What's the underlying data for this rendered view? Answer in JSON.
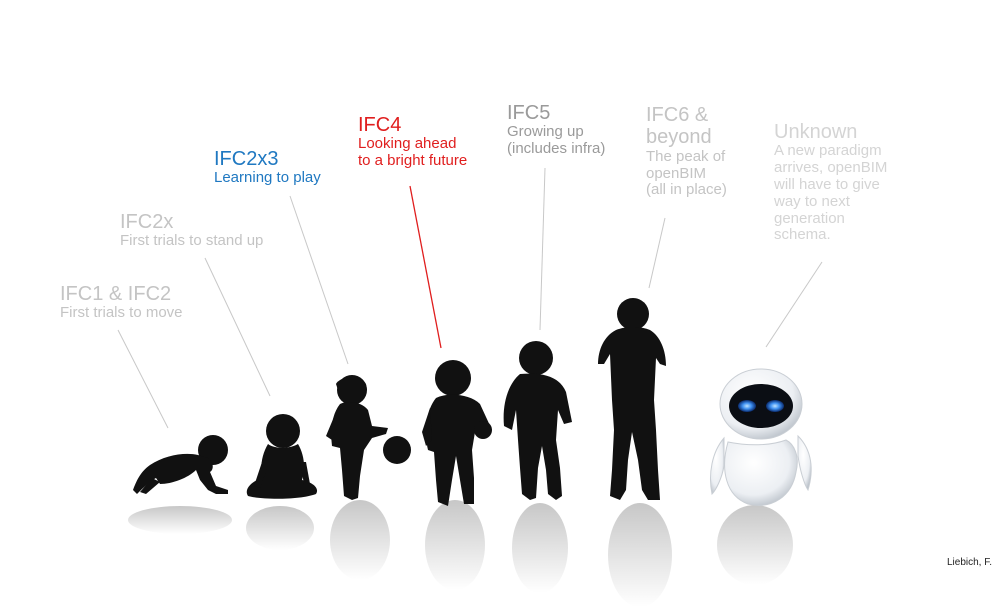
{
  "stages": [
    {
      "title": "IFC1 & IFC2",
      "subtitle": "First trials to move",
      "color": "#c4c4c4"
    },
    {
      "title": "IFC2x",
      "subtitle": "First trials to stand up",
      "color": "#c4c4c4"
    },
    {
      "title": "IFC2x3",
      "subtitle": "Learning to play",
      "color": "#1f78c1"
    },
    {
      "title": "IFC4",
      "subtitle_lines": [
        "Looking ahead",
        "to a bright future"
      ],
      "color": "#e01e1e"
    },
    {
      "title": "IFC5",
      "subtitle_lines": [
        "Growing up",
        "(includes infra)"
      ],
      "color": "#9a9a9a"
    },
    {
      "title_lines": [
        "IFC6 &",
        "beyond"
      ],
      "subtitle_lines": [
        "The peak of",
        "openBIM",
        "(all in place)"
      ],
      "color": "#c4c4c4"
    },
    {
      "title": "Unknown",
      "subtitle_lines": [
        "A new paradigm",
        "arrives, openBIM",
        "will have to give",
        "way to next",
        "generation",
        "schema."
      ],
      "color": "#d4d4d4"
    }
  ],
  "credit": "Liebich, F.",
  "figures": [
    "crawling-baby-silhouette",
    "sitting-baby-silhouette",
    "toddler-with-ball-silhouette",
    "child-with-ball-silhouette",
    "boy-silhouette",
    "man-silhouette",
    "eve-robot"
  ]
}
